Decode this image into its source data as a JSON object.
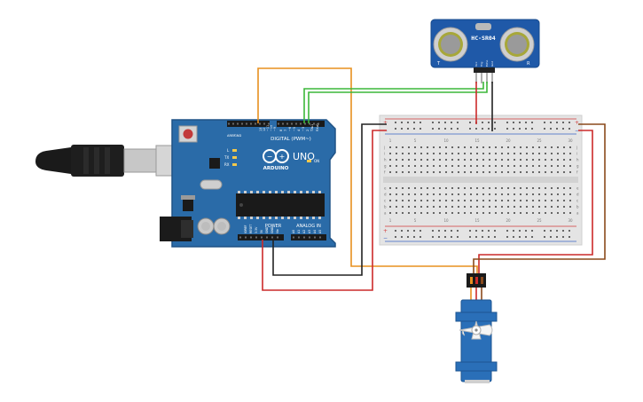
{
  "arduino": {
    "brand": "ARDUINO",
    "model": "UNO",
    "digital_label": "DIGITAL (PWM~)",
    "power_label": "POWER",
    "analog_label": "ANALOG IN",
    "aref_label": "AREF",
    "gnd_label": "GND",
    "on_label": "ON",
    "led_labels": [
      "L",
      "TX",
      "RX"
    ],
    "digital_pins": [
      "13",
      "12",
      "~11",
      "~10",
      "~9",
      "8",
      "7",
      "~6",
      "~5",
      "4",
      "~3",
      "2",
      "TX▸1",
      "RX◂0"
    ],
    "power_pins": [
      "IOREF",
      "RESET",
      "3.3V",
      "5V",
      "GND",
      "GND",
      "Vin"
    ],
    "analog_pins": [
      "A0",
      "A1",
      "A2",
      "A3",
      "A4",
      "A5"
    ]
  },
  "sensor": {
    "model": "HC-SR04",
    "left_mark": "T",
    "right_mark": "R",
    "pins": [
      "Vcc",
      "Trig",
      "Echo",
      "Gnd"
    ]
  },
  "breadboard": {
    "columns": [
      "1",
      "5",
      "10",
      "15",
      "20",
      "25",
      "30"
    ],
    "rows_top": [
      "j",
      "i",
      "h",
      "g",
      "f"
    ],
    "rows_bottom": [
      "e",
      "d",
      "c",
      "b",
      "a"
    ],
    "rail_plus": "+",
    "rail_minus": "−"
  },
  "wires": [
    {
      "name": "wire-servo-signal",
      "color": "#e8901f",
      "from": "Arduino pin ~9",
      "to": "Servo signal"
    },
    {
      "name": "wire-trig",
      "color": "#3cb73a",
      "from": "Arduino pin ~3",
      "to": "HC-SR04 Trig"
    },
    {
      "name": "wire-echo",
      "color": "#3cb73a",
      "from": "Arduino pin 2",
      "to": "HC-SR04 Echo"
    },
    {
      "name": "wire-5v",
      "color": "#cc2a2a",
      "from": "Arduino 5V",
      "to": "Breadboard + rail"
    },
    {
      "name": "wire-gnd",
      "color": "#222222",
      "from": "Arduino GND",
      "to": "Breadboard − rail"
    },
    {
      "name": "wire-sensor-vcc",
      "color": "#cc2a2a",
      "from": "HC-SR04 Vcc",
      "to": "Breadboard + rail"
    },
    {
      "name": "wire-sensor-gnd",
      "color": "#222222",
      "from": "HC-SR04 Gnd",
      "to": "Breadboard − rail"
    },
    {
      "name": "wire-servo-vcc",
      "color": "#cc2a2a",
      "from": "Breadboard + rail",
      "to": "Servo Vcc"
    },
    {
      "name": "wire-servo-gnd",
      "color": "#8a4a1c",
      "from": "Breadboard − rail",
      "to": "Servo GND"
    }
  ],
  "colors": {
    "board": "#2a6ba8",
    "board_edge": "#1f5285",
    "breadboard": "#e4e4e4",
    "sensor_pcb": "#1f59a8",
    "servo_body": "#2a6fb8",
    "rail_red": "#d23b3b",
    "rail_blue": "#3a63c4"
  }
}
